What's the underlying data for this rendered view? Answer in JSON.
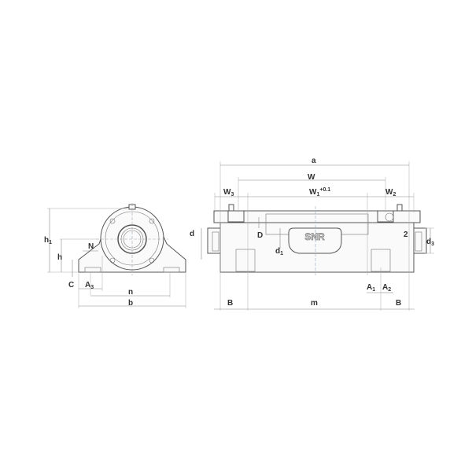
{
  "side_view": {
    "labels": {
      "h1": "h",
      "h1_sub": "1",
      "h": "h",
      "N": "N",
      "C": "C",
      "A3": "A",
      "A3_sub": "3",
      "n": "n",
      "b": "b"
    }
  },
  "front_view": {
    "labels": {
      "a": "a",
      "W": "W",
      "W3": "W",
      "W3_sub": "3",
      "W1": "W",
      "W1_sub": "1",
      "W1_tol": "+0.1",
      "W2": "W",
      "W2_sub": "2",
      "d": "d",
      "D": "D",
      "d1": "d",
      "d1_sub": "1",
      "two": "2",
      "d3": "d",
      "d3_sub": "3",
      "A1": "A",
      "A1_sub": "1",
      "A2": "A",
      "A2_sub": "2",
      "B_left": "B",
      "B_right": "B",
      "m": "m"
    },
    "logo": "SNR"
  }
}
